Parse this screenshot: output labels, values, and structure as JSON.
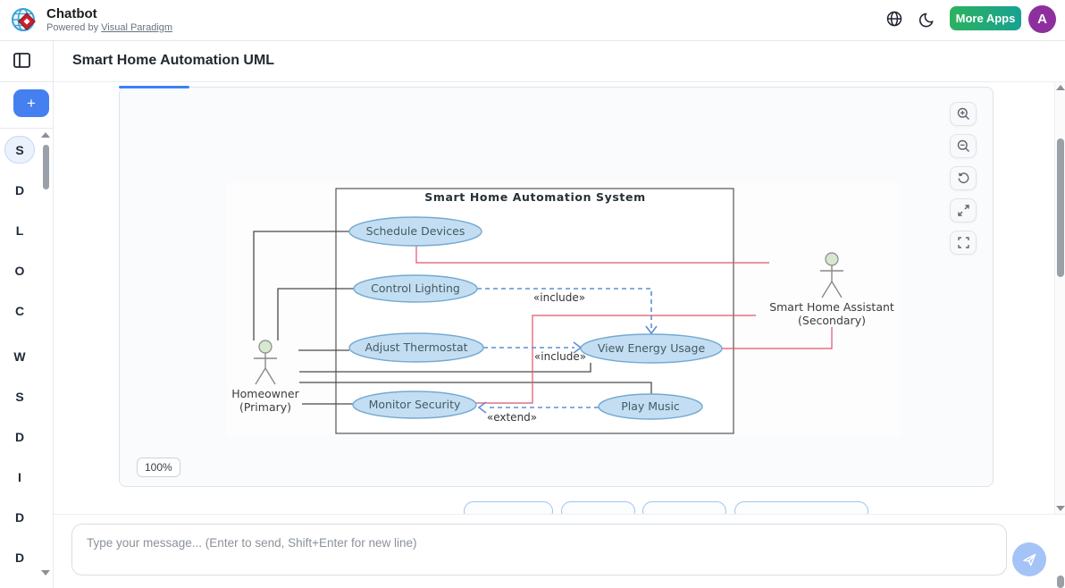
{
  "header": {
    "app_title": "Chatbot",
    "powered_by_prefix": "Powered by ",
    "powered_by_link": "Visual Paradigm",
    "more_apps_label": "More Apps",
    "avatar_letter": "A"
  },
  "sidebar": {
    "add_label": "+",
    "items": [
      {
        "letter": "S",
        "active": true
      },
      {
        "letter": "D",
        "active": false
      },
      {
        "letter": "L",
        "active": false
      },
      {
        "letter": "O",
        "active": false
      },
      {
        "letter": "C",
        "active": false
      },
      {
        "letter": "W",
        "active": false
      },
      {
        "letter": "S",
        "active": false
      },
      {
        "letter": "D",
        "active": false
      },
      {
        "letter": "I",
        "active": false
      },
      {
        "letter": "D",
        "active": false
      },
      {
        "letter": "D",
        "active": false
      }
    ]
  },
  "chat": {
    "title": "Smart Home Automation UML",
    "zoom_badge": "100%"
  },
  "composer": {
    "placeholder": "Type your message... (Enter to send, Shift+Enter for new line)"
  },
  "diagram": {
    "system_title": "Smart Home Automation System",
    "use_cases": [
      "Schedule Devices",
      "Control Lighting",
      "Adjust Thermostat",
      "Monitor Security",
      "View Energy Usage",
      "Play Music"
    ],
    "actors": [
      {
        "name": "Homeowner",
        "role": "(Primary)"
      },
      {
        "name": "Smart Home Assistant",
        "role": "(Secondary)"
      }
    ],
    "relation_labels": {
      "include1": "«include»",
      "include2": "«include»",
      "extend": "«extend»"
    }
  },
  "icons": {
    "toolbar": [
      "zoom-in",
      "zoom-out",
      "reset-view",
      "fit-screen",
      "fullscreen"
    ],
    "header": [
      "globe",
      "moon"
    ],
    "send": "paper-plane"
  },
  "colors": {
    "accent_blue": "#3b82f6",
    "more_apps_gradient": [
      "#2cb25d",
      "#18a193"
    ],
    "avatar_purple": "#8e2f9e",
    "add_button_blue": "#4580f0",
    "usecase_fill": "#c3def2",
    "usecase_stroke": "#74a9d2",
    "actor_head_fill": "#d6e8cf",
    "relation_red": "#e0556a",
    "relation_blue_dashed": "#5b8fd6",
    "solid_line": "#4a4a4a"
  }
}
